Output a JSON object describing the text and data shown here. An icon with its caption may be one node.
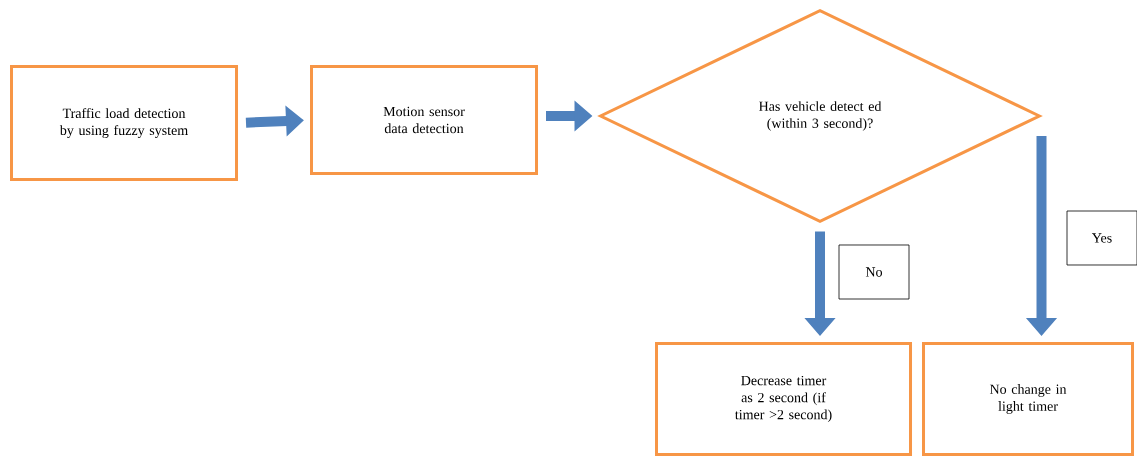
{
  "diagram": {
    "nodes": [
      {
        "text": [
          "Traffic load detection by using fuzzy system"
        ]
      },
      {
        "text": [
          "Motion sensor data detection"
        ]
      },
      {
        "text": [
          "Has vehicle detect ed (within 3 second)?"
        ]
      },
      {
        "text": [
          "Decrease timer as 2 second (if timer >2 second)"
        ]
      },
      {
        "text": [
          "No change in light timer"
        ]
      }
    ],
    "edges": [
      {
        "from": 0,
        "to": 1,
        "arrow": "to"
      },
      {
        "from": 1,
        "to": 2,
        "arrow": "to"
      },
      {
        "from": 2,
        "to": 3,
        "arrow": "to",
        "label": "No"
      },
      {
        "from": 2,
        "to": 4,
        "arrow": "to",
        "label": "Yes"
      }
    ]
  }
}
